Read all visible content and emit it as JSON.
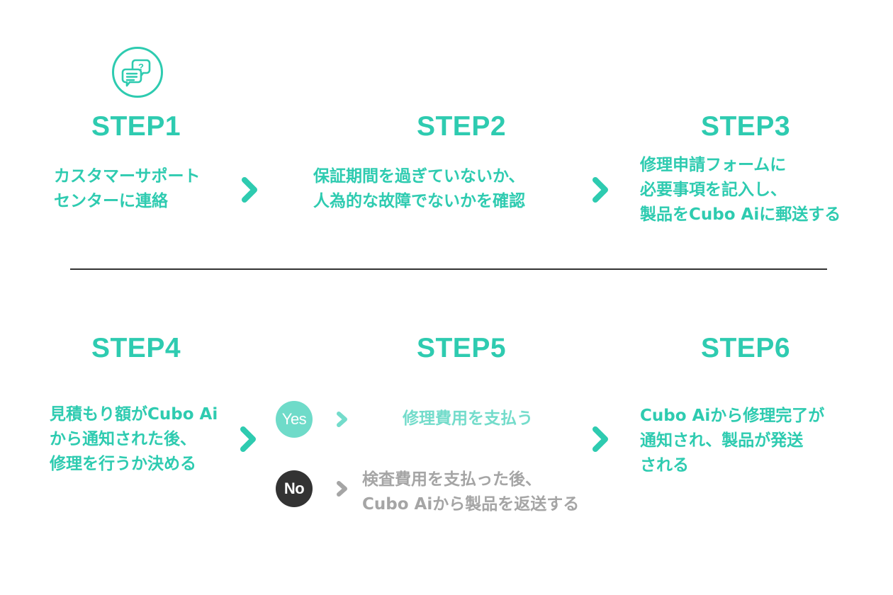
{
  "colors": {
    "accent": "#2ecbb0",
    "accent_light": "#74dccb",
    "gray_text": "#a5a5a5",
    "dark": "#333333"
  },
  "icon": {
    "name": "support-chat-icon"
  },
  "steps": [
    {
      "title": "STEP1",
      "lines": [
        "カスタマーサポート",
        "センターに連絡"
      ]
    },
    {
      "title": "STEP2",
      "lines": [
        "保証期間を過ぎていないか、",
        "人為的な故障でないかを確認"
      ]
    },
    {
      "title": "STEP3",
      "lines": [
        "修理申請フォームに",
        "必要事項を記入し、",
        "製品をCubo Aiに郵送する"
      ]
    },
    {
      "title": "STEP4",
      "lines": [
        "見積もり額がCubo Ai",
        "から通知された後、",
        "修理を行うか決める"
      ]
    },
    {
      "title": "STEP5"
    },
    {
      "title": "STEP6",
      "lines": [
        "Cubo Aiから修理完了が",
        "通知され、製品が発送",
        "される"
      ]
    }
  ],
  "branches": {
    "yes": {
      "label": "Yes",
      "text": "修理費用を支払う"
    },
    "no": {
      "label": "No",
      "lines": [
        "検査費用を支払った後、",
        "Cubo Aiから製品を返送する"
      ]
    }
  }
}
